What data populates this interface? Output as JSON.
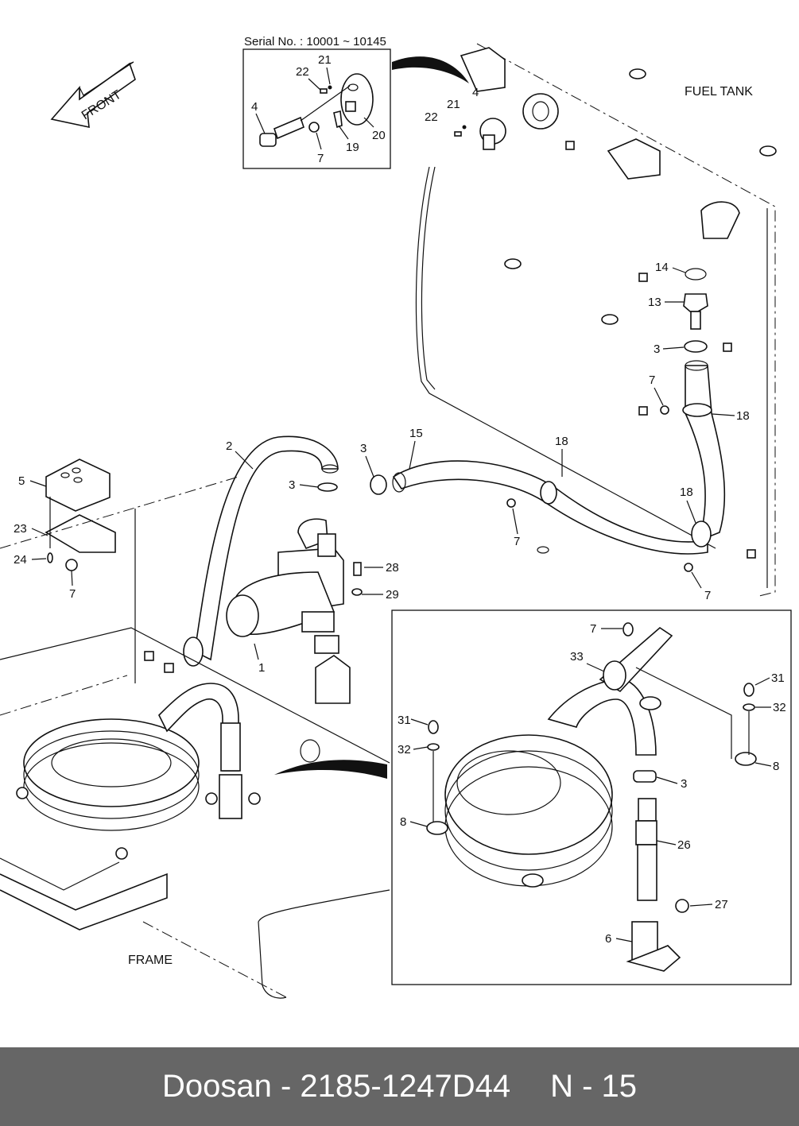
{
  "diagram": {
    "labels": {
      "front": "FRONT",
      "fuel_tank": "FUEL TANK",
      "frame": "FRAME",
      "serial_no": "Serial No. : 10001 ~ 10145"
    },
    "inset_top_callouts": [
      "21",
      "22",
      "4",
      "7",
      "19",
      "20"
    ],
    "main_callouts": [
      "22",
      "21",
      "4",
      "14",
      "13",
      "3",
      "7",
      "18",
      "15",
      "18",
      "18",
      "7",
      "7",
      "2",
      "3",
      "3",
      "5",
      "23",
      "24",
      "7",
      "28",
      "29",
      "1"
    ],
    "inset_bottom_callouts": [
      "7",
      "33",
      "31",
      "32",
      "31",
      "32",
      "8",
      "8",
      "3",
      "26",
      "27",
      "6"
    ]
  },
  "footer": {
    "brand": "Doosan",
    "separator": "-",
    "part_number": "2185-1247D44",
    "page": "N - 15"
  }
}
